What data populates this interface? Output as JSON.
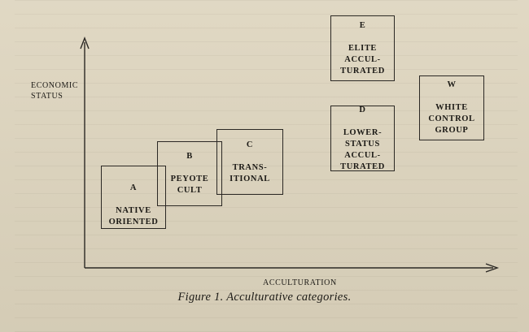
{
  "axes": {
    "y_label": "ECONOMIC\nSTATUS",
    "x_label": "ACCULTURATION"
  },
  "categories": [
    {
      "code": "A",
      "name": "NATIVE\nORIENTED"
    },
    {
      "code": "B",
      "name": "PEYOTE\nCULT"
    },
    {
      "code": "C",
      "name": "TRANS-\nITIONAL"
    },
    {
      "code": "D",
      "name": "LOWER-\nSTATUS\nACCUL-\nTURATED"
    },
    {
      "code": "E",
      "name": "ELITE\nACCUL-\nTURATED"
    },
    {
      "code": "W",
      "name": "WHITE\nCONTROL\nGROUP"
    }
  ],
  "caption": "Figure 1. Acculturative categories."
}
